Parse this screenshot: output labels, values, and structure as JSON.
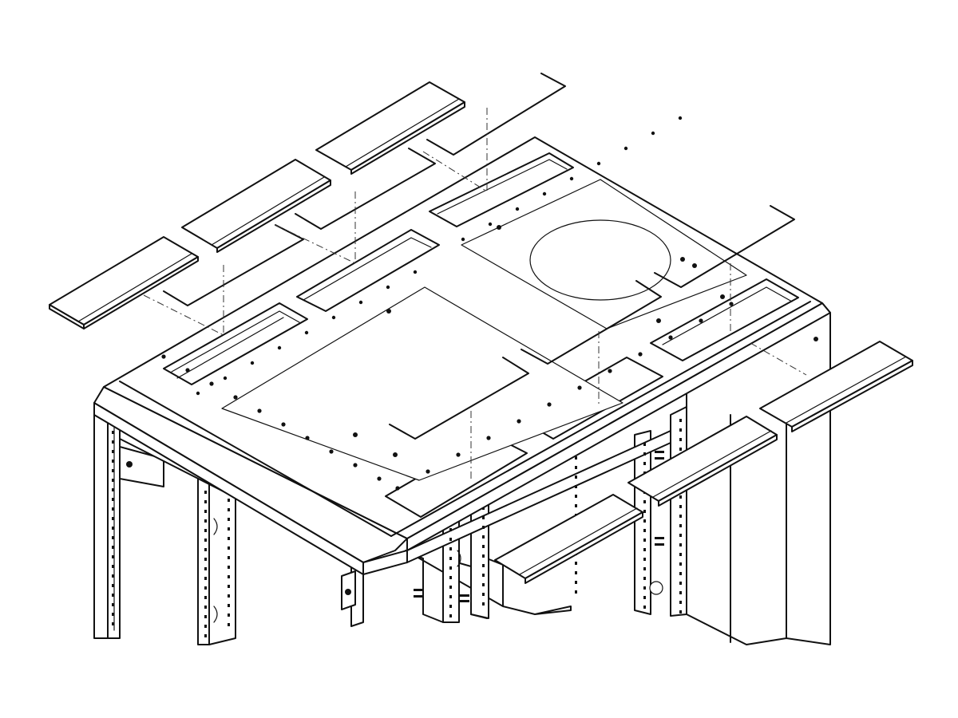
{
  "diagram": {
    "description_visible_text": "",
    "components": [
      {
        "id": "top-panel",
        "kind": "cabinet-roof"
      },
      {
        "id": "blanking-plate-left",
        "kind": "cover-plate"
      },
      {
        "id": "blanking-plate-middle",
        "kind": "cover-plate"
      },
      {
        "id": "blanking-plate-top",
        "kind": "cover-plate"
      },
      {
        "id": "blanking-plate-right-upper",
        "kind": "cover-plate"
      },
      {
        "id": "blanking-plate-right-middle",
        "kind": "cover-plate"
      },
      {
        "id": "blanking-plate-right-lower",
        "kind": "cover-plate"
      },
      {
        "id": "retaining-rod",
        "kind": "bent-wire"
      },
      {
        "id": "front-frame",
        "kind": "frame"
      },
      {
        "id": "side-panel",
        "kind": "panel"
      },
      {
        "id": "rack-rails",
        "kind": "mounting-rails"
      }
    ]
  }
}
